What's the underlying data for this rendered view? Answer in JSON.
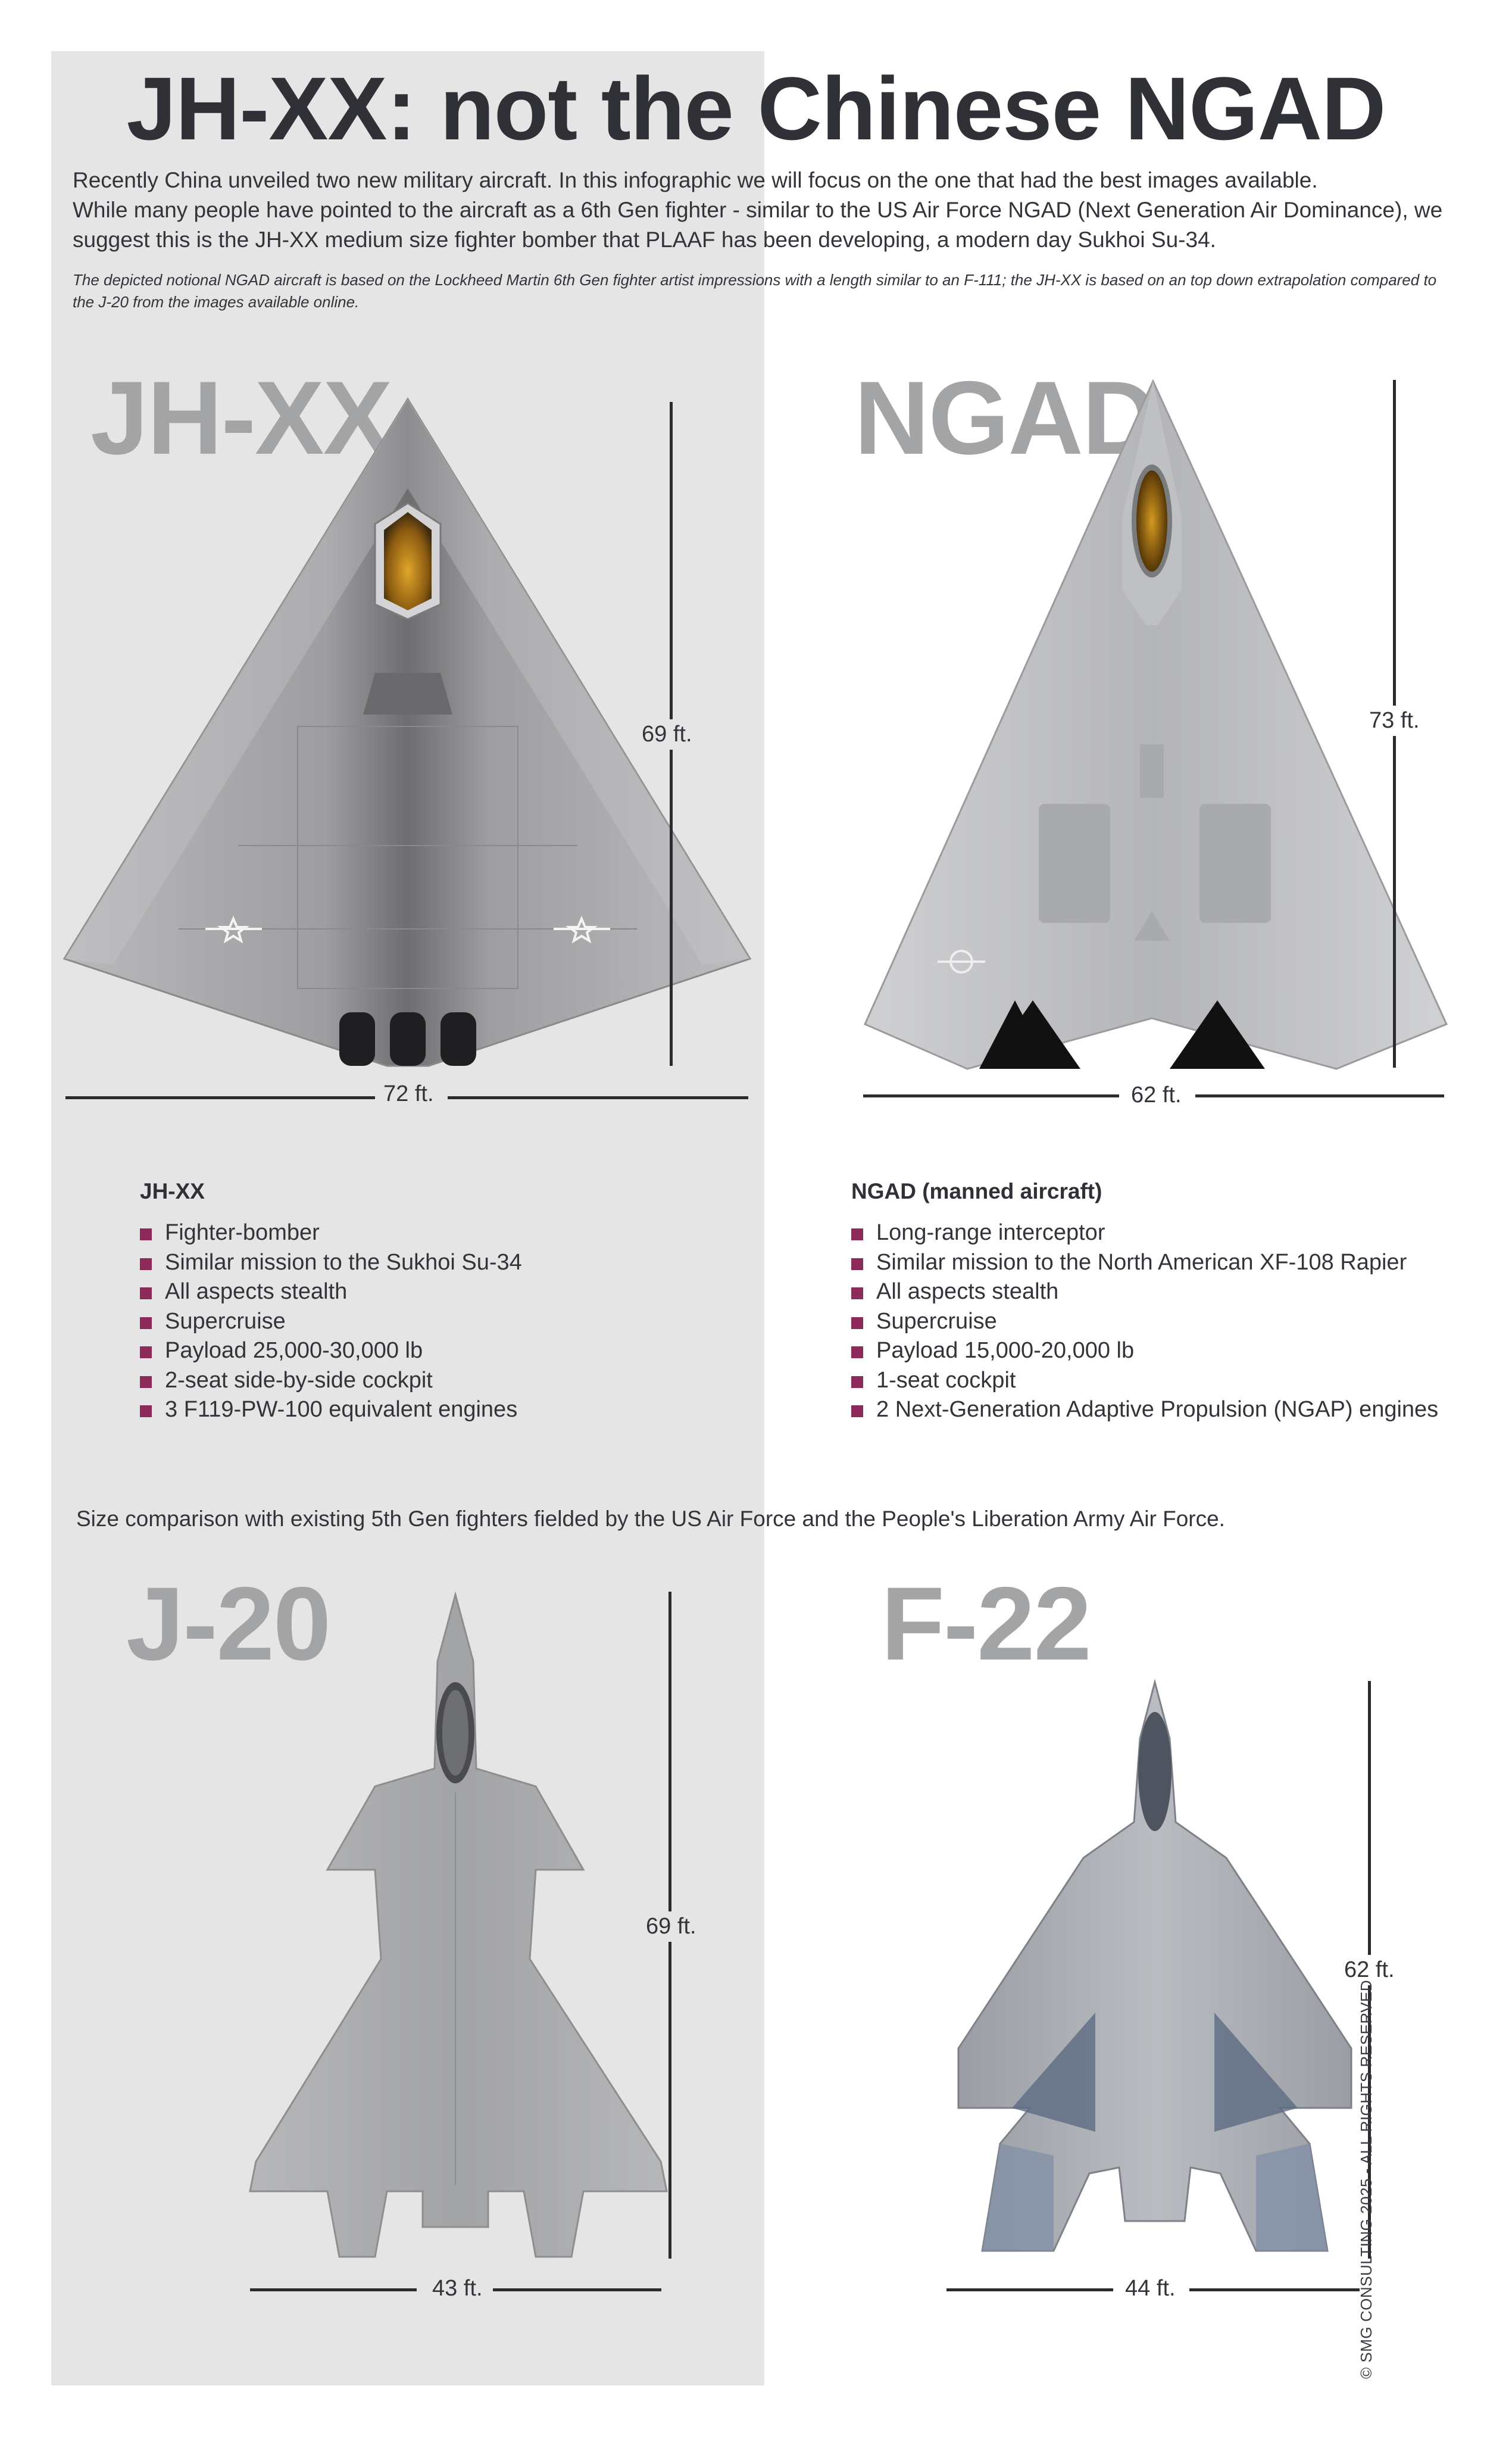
{
  "title": "JH-XX: not the Chinese NGAD",
  "intro": {
    "line1": "Recently China unveiled two new military aircraft. In this infographic we will focus on the one that had the best images available.",
    "line2": "While many people have pointed to the aircraft as a 6th Gen fighter - similar to the US Air Force NGAD (Next Generation Air Dominance), we suggest this is the JH-XX medium size fighter bomber that PLAAF has been developing, a modern day Sukhoi Su-34.",
    "footnote": "The depicted notional NGAD aircraft is based on the Lockheed Martin 6th Gen fighter artist impressions with a length similar to an F-111; the JH-XX is based on an top down extrapolation compared to the J-20 from the images available online."
  },
  "aircraft": {
    "jhxx": {
      "label": "JH-XX",
      "length": "69 ft.",
      "span": "72 ft."
    },
    "ngad": {
      "label": "NGAD",
      "length": "73 ft.",
      "span": "62 ft."
    },
    "j20": {
      "label": "J-20",
      "length": "69 ft.",
      "span": "43 ft."
    },
    "f22": {
      "label": "F-22",
      "length": "62 ft.",
      "span": "44 ft."
    }
  },
  "specs": {
    "jhxx": {
      "title": "JH-XX",
      "items": [
        "Fighter-bomber",
        "Similar mission to the Sukhoi Su-34",
        "All aspects stealth",
        "Supercruise",
        "Payload 25,000-30,000 lb",
        "2-seat side-by-side cockpit",
        "3 F119-PW-100 equivalent engines"
      ]
    },
    "ngad": {
      "title": "NGAD (manned aircraft)",
      "items": [
        "Long-range interceptor",
        "Similar mission to the North American XF-108 Rapier",
        "All aspects stealth",
        "Supercruise",
        "Payload 15,000-20,000 lb",
        "1-seat cockpit",
        "2 Next-Generation Adaptive Propulsion (NGAP) engines"
      ]
    }
  },
  "comparison_text": "Size comparison with existing 5th Gen fighters fielded by the US Air Force and the People's Liberation Army Air Force.",
  "copyright": "© SMG CONSULTING 2025 - ALL RIGHTS RESERVED",
  "colors": {
    "panel": "#e5e5e6",
    "bullet": "#8c2a5a",
    "big_label": "#a3a4a6",
    "text": "#33343a"
  }
}
